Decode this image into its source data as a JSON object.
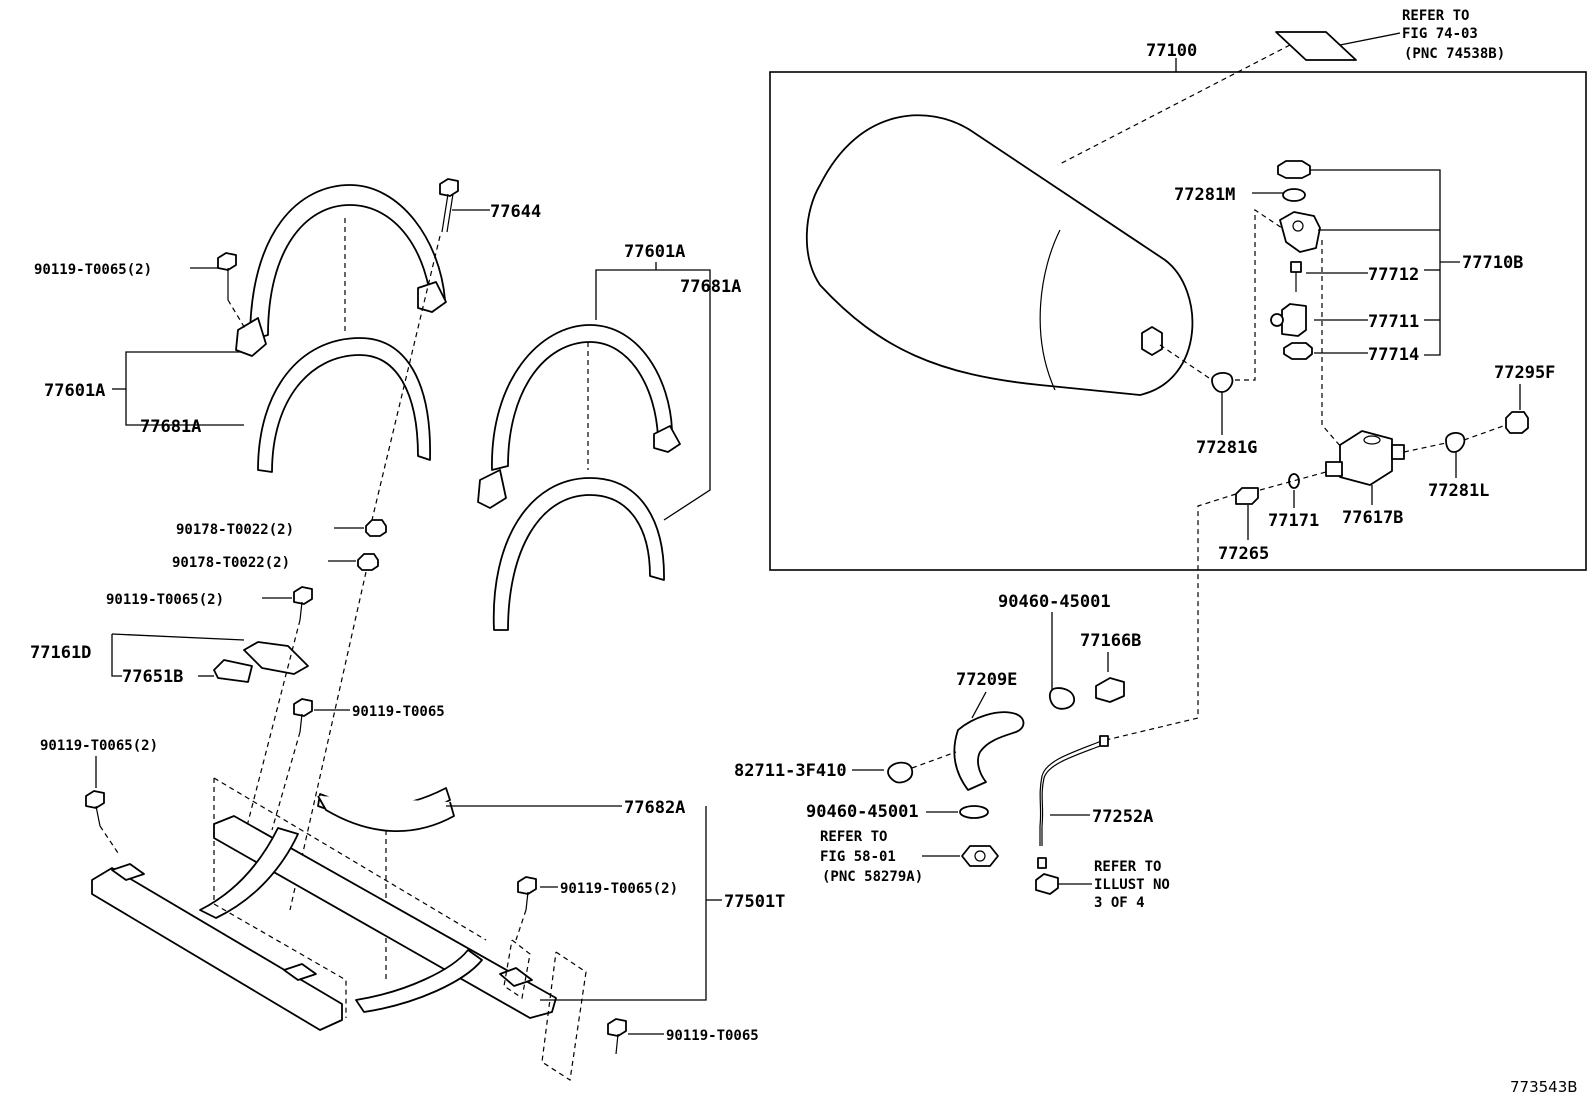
{
  "labels": {
    "p77100": "77100",
    "p77644": "77644",
    "p90119_t0065_2_a": "90119-T0065(2)",
    "p77601A_left": "77601A",
    "p77681A_left": "77681A",
    "p77601A_right": "77601A",
    "p77681A_right": "77681A",
    "p90178_t0022_2_a": "90178-T0022(2)",
    "p90178_t0022_2_b": "90178-T0022(2)",
    "p90119_t0065_2_b": "90119-T0065(2)",
    "p77161D": "77161D",
    "p77651B": "77651B",
    "p90119_t0065_a": "90119-T0065",
    "p90119_t0065_2_c": "90119-T0065(2)",
    "p77682A": "77682A",
    "p90119_t0065_2_d": "90119-T0065(2)",
    "p77501T": "77501T",
    "p90119_t0065_b": "90119-T0065",
    "p77281M": "77281M",
    "p77710B": "77710B",
    "p77712": "77712",
    "p77711": "77711",
    "p77714": "77714",
    "p77295F": "77295F",
    "p77281G": "77281G",
    "p77281L": "77281L",
    "p77171": "77171",
    "p77617B": "77617B",
    "p77265": "77265",
    "p90460_45001_a": "90460-45001",
    "p77166B": "77166B",
    "p77209E": "77209E",
    "p82711_3f410": "82711-3F410",
    "p90460_45001_b": "90460-45001",
    "p77252A": "77252A",
    "fig_code": "773543B"
  },
  "refs": {
    "ref1": [
      "REFER TO",
      "FIG 74-03",
      "(PNC 74538B)"
    ],
    "ref2": [
      "REFER TO",
      "FIG 58-01",
      "(PNC 58279A)"
    ],
    "ref3": [
      "REFER TO",
      "ILLUST NO",
      "3 OF 4"
    ]
  }
}
